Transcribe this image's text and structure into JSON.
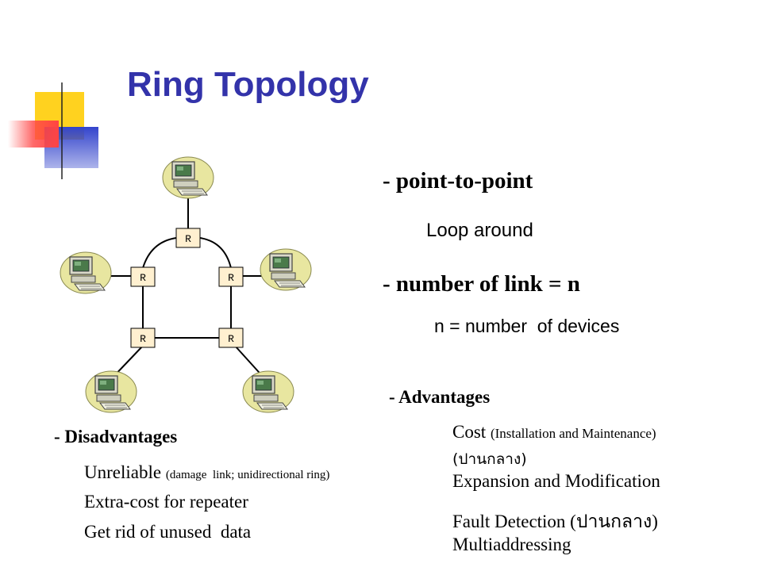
{
  "slide": {
    "title": "Ring Topology",
    "point1": {
      "heading": "- point-to-point",
      "detail": "Loop around"
    },
    "point2": {
      "heading": "- number of link = n",
      "detail": "n = number  of devices"
    },
    "advantages": {
      "heading": "- Advantages",
      "items": [
        {
          "main": "Cost",
          "note": "(Installation and Maintenance)"
        },
        {
          "main": "(ปานกลาง)",
          "note": ""
        },
        {
          "main": "Expansion and Modification",
          "note": ""
        },
        {
          "main": "Fault Detection (ปานกลาง)",
          "note": ""
        },
        {
          "main": "Multiaddressing",
          "note": ""
        }
      ]
    },
    "disadvantages": {
      "heading": "- Disadvantages",
      "items": [
        {
          "main": "Unreliable",
          "note": "(damage  link; unidirectional ring)"
        },
        {
          "main": "Extra-cost for repeater",
          "note": ""
        },
        {
          "main": "Get rid of unused  data",
          "note": ""
        }
      ]
    },
    "repeater_label": "R"
  },
  "colors": {
    "title": "#3333aa",
    "deco_yellow": "#ffd21f",
    "deco_blue": "#3344cc",
    "deco_red": "#ff4444",
    "repeater_fill": "#fff0d0",
    "computer_blob": "#e8e6a0"
  }
}
